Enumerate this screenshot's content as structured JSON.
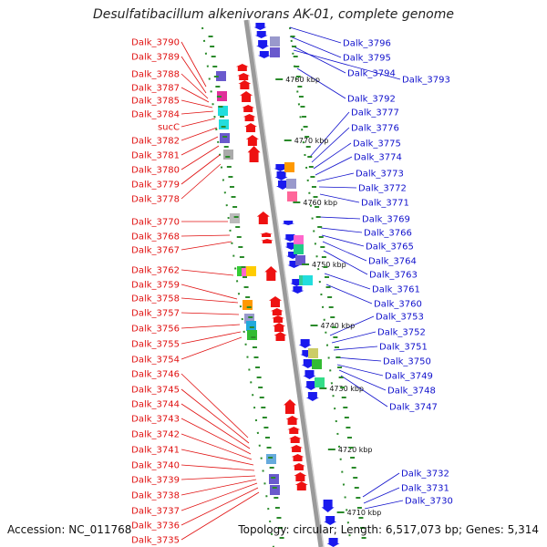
{
  "title": "Desulfatibacillum alkenivorans AK-01, complete genome",
  "footer": {
    "accession": "Accession: NC_011768",
    "summary": "Topology: circular; Length: 6,517,073 bp; Genes: 5,314"
  },
  "kbp_labels": [
    "4780 kbp",
    "4770 kbp",
    "4760 kbp",
    "4750 kbp",
    "4740 kbp",
    "4730 kbp",
    "4720 kbp",
    "4710 kbp"
  ],
  "left_labels": [
    "Dalk_3790",
    "Dalk_3789",
    "Dalk_3788",
    "Dalk_3787",
    "Dalk_3785",
    "Dalk_3784",
    "sucC",
    "Dalk_3782",
    "Dalk_3781",
    "Dalk_3780",
    "Dalk_3779",
    "Dalk_3778",
    "Dalk_3770",
    "Dalk_3768",
    "Dalk_3767",
    "Dalk_3762",
    "Dalk_3759",
    "Dalk_3758",
    "Dalk_3757",
    "Dalk_3756",
    "Dalk_3755",
    "Dalk_3754",
    "Dalk_3746",
    "Dalk_3745",
    "Dalk_3744",
    "Dalk_3743",
    "Dalk_3742",
    "Dalk_3741",
    "Dalk_3740",
    "Dalk_3739",
    "Dalk_3738",
    "Dalk_3737",
    "Dalk_3736",
    "Dalk_3735"
  ],
  "right_labels": [
    "Dalk_3796",
    "Dalk_3795",
    "Dalk_3794",
    "Dalk_3793",
    "Dalk_3792",
    "Dalk_3777",
    "Dalk_3776",
    "Dalk_3775",
    "Dalk_3774",
    "Dalk_3773",
    "Dalk_3772",
    "Dalk_3771",
    "Dalk_3769",
    "Dalk_3766",
    "Dalk_3765",
    "Dalk_3764",
    "Dalk_3763",
    "Dalk_3761",
    "Dalk_3760",
    "Dalk_3753",
    "Dalk_3752",
    "Dalk_3751",
    "Dalk_3750",
    "Dalk_3749",
    "Dalk_3748",
    "Dalk_3747",
    "Dalk_3732",
    "Dalk_3731",
    "Dalk_3730"
  ],
  "colors": {
    "forward_strand": "#ee1111",
    "reverse_strand": "#1a1aee",
    "backbone": "#9a9a9a",
    "tick": "#2a8a2a"
  }
}
